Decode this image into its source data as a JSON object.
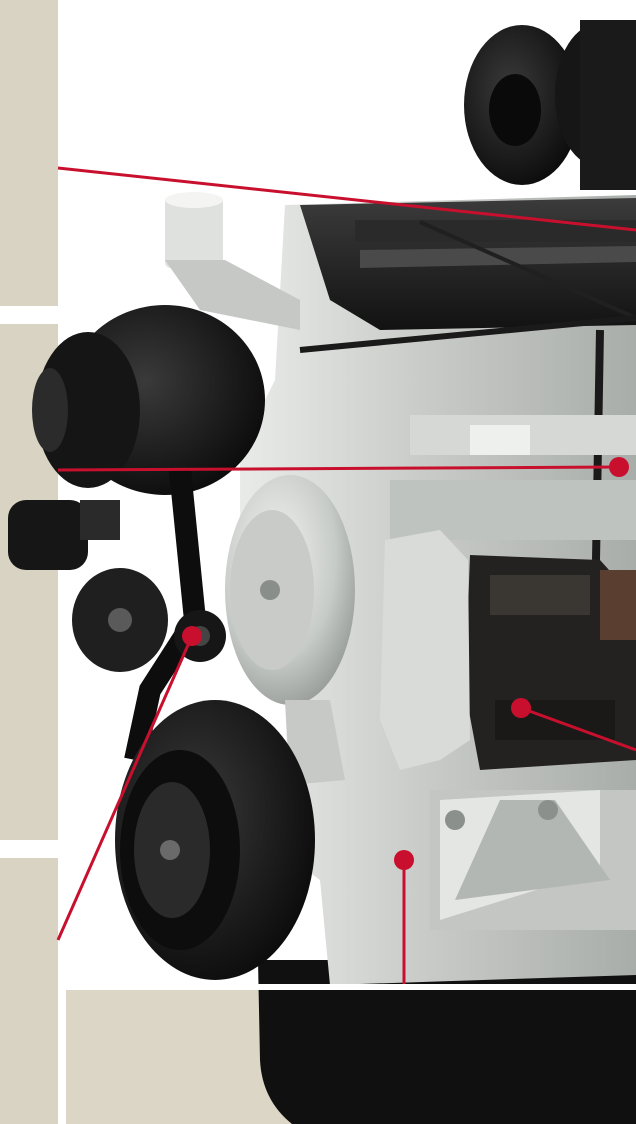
{
  "image": {
    "subject": "diesel-engine-cutaway-photo"
  },
  "colors": {
    "page_background": "#ffffff",
    "side_panel": "#d8d3c2",
    "bottom_panel": "#dbd6c5",
    "callout_line": "#c8102e",
    "engine_block": "#cfd2cf",
    "engine_dark": "#1c1c1c",
    "pulley": "#141414"
  },
  "icons": [
    "callout-dot"
  ],
  "callouts_count": 5
}
